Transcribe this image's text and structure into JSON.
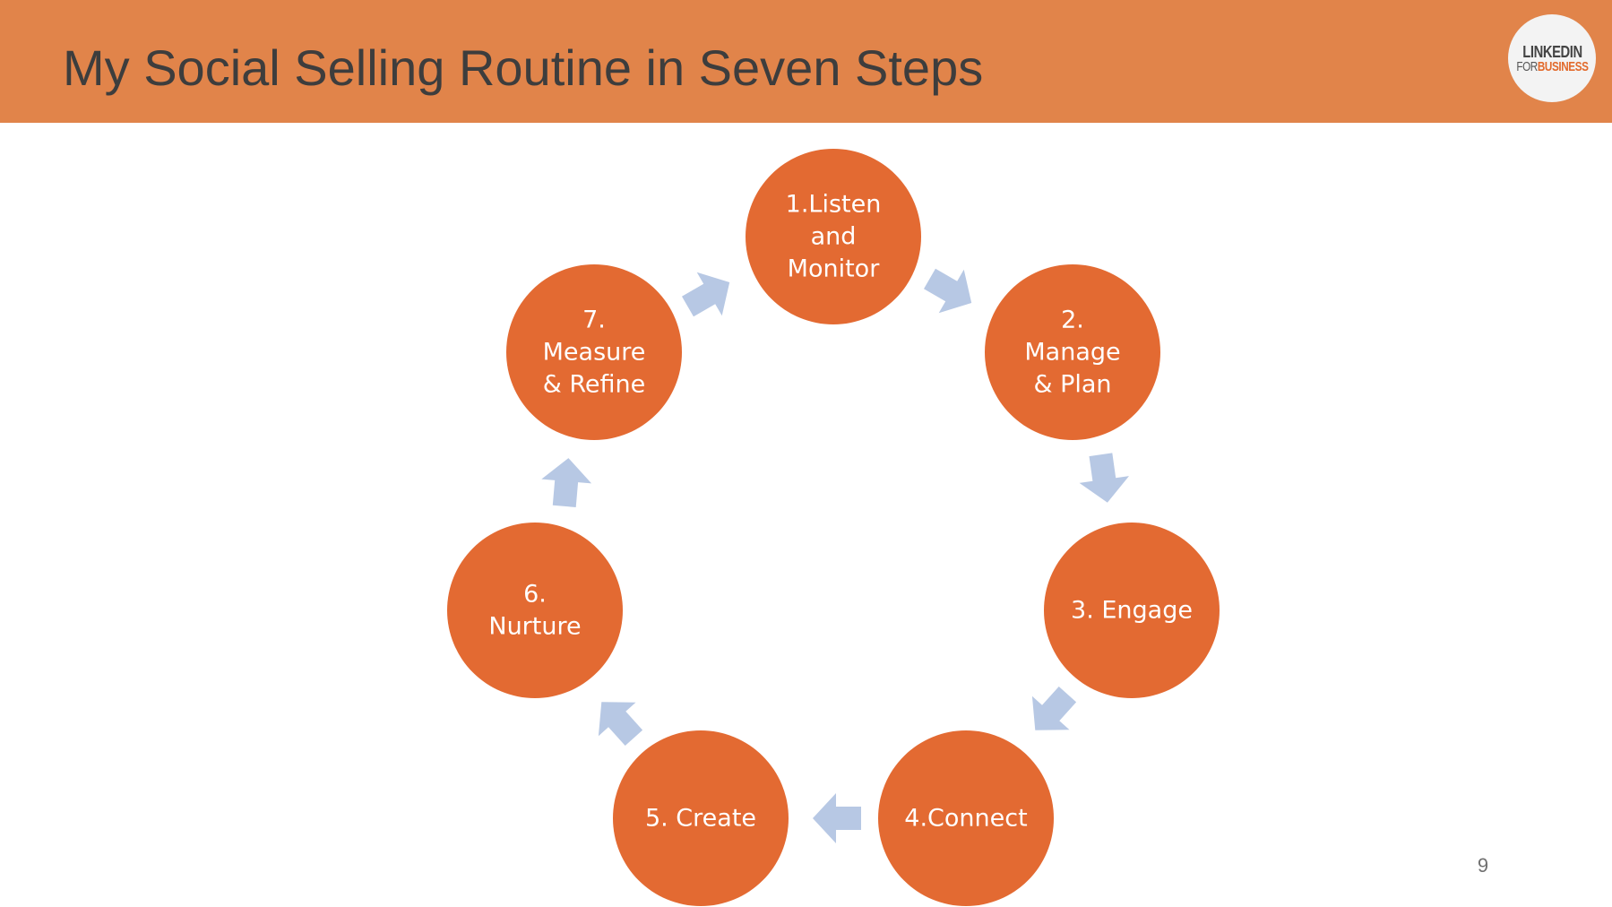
{
  "slide": {
    "title": "My Social Selling Routine in Seven Steps",
    "page_number": "9"
  },
  "logo": {
    "line1": "LINKEDIN",
    "line2_for": "FOR",
    "line2_business": "BUSINESS"
  },
  "colors": {
    "title_bar": "#e1844a",
    "step_circle": "#e36a32",
    "arrow": "#b7c8e4",
    "title_text": "#3d3d3d"
  },
  "steps": [
    {
      "lines": [
        "1.Listen",
        "and",
        "Monitor"
      ]
    },
    {
      "lines": [
        "2.",
        "Manage",
        "& Plan"
      ]
    },
    {
      "lines": [
        "3. Engage"
      ]
    },
    {
      "lines": [
        "4.Connect"
      ]
    },
    {
      "lines": [
        "5. Create"
      ]
    },
    {
      "lines": [
        "6.",
        "Nurture"
      ]
    },
    {
      "lines": [
        "7.",
        "Measure",
        "& Refine"
      ]
    }
  ]
}
